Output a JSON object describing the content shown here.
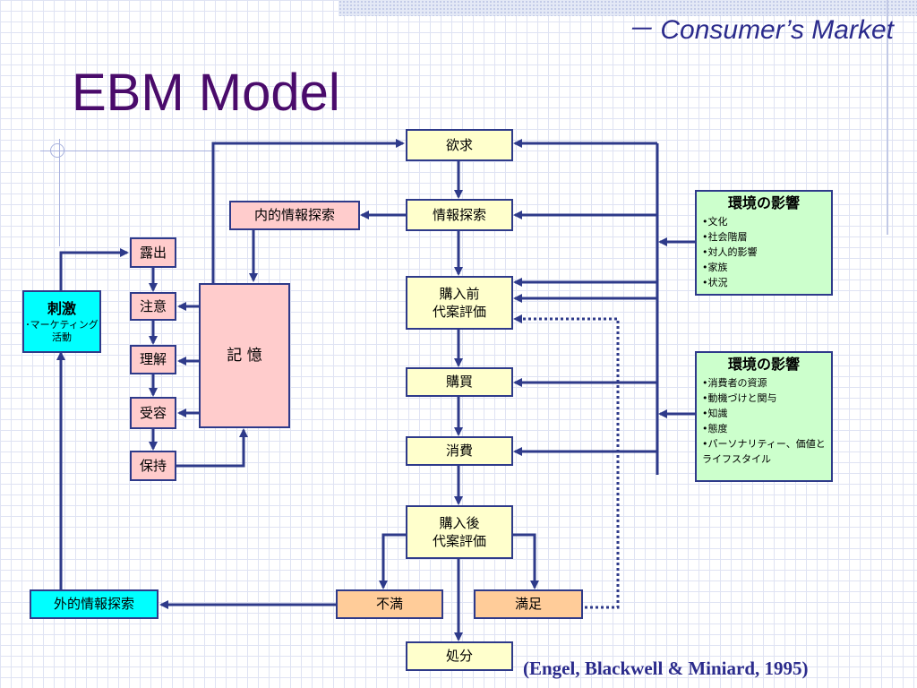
{
  "header": {
    "subtitle": "－ Consumer’s Market",
    "title": "EBM Model"
  },
  "center": {
    "need": "欲求",
    "info_search": "情報探索",
    "prepurchase_eval": "購入前\n代案評価",
    "purchase": "購買",
    "consumption": "消費",
    "postpurchase_eval": "購入後\n代案評価",
    "dissatisfied": "不満",
    "satisfied": "満足",
    "divestment": "処分"
  },
  "left": {
    "internal_search": "内的情報探索",
    "memory": "記 憶",
    "exposure": "露出",
    "attention": "注意",
    "comprehension": "理解",
    "acceptance": "受容",
    "retention": "保持",
    "stimuli_title": "刺激",
    "stimuli_sub": "･マーケティング活動",
    "external_search": "外的情報探索"
  },
  "environment": {
    "title": "環境の影響",
    "items": [
      "文化",
      "社会階層",
      "対人的影響",
      "家族",
      "状況"
    ]
  },
  "individual": {
    "title": "環境の影響",
    "items": [
      "消費者の資源",
      "動機づけと関与",
      "知識",
      "態度",
      "パーソナリティー、価値とライフスタイル"
    ]
  },
  "citation": "(Engel, Blackwell & Miniard, 1995)",
  "colors": {
    "line": "#2e3a8a",
    "title": "#4a0b6b",
    "subtitle": "#2b2b8c",
    "yellow": "#ffffcc",
    "pink": "#ffcccc",
    "orange": "#ffcc99",
    "cyan": "#00ffff",
    "green": "#ccffcc"
  }
}
